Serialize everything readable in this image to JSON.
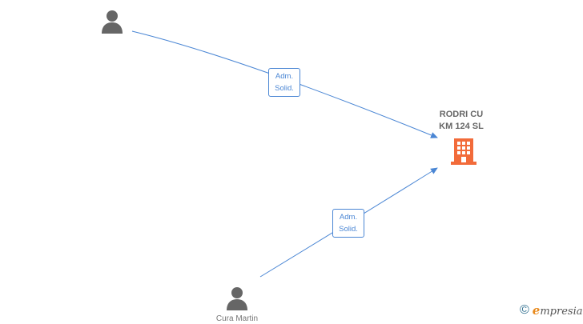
{
  "company": {
    "name_line1": "RODRI CU",
    "name_line2": "KM 124  SL",
    "icon": "building-icon",
    "color": "#f26b3a"
  },
  "people": [
    {
      "name": "",
      "icon": "person-icon"
    },
    {
      "name": "Cura Martin",
      "icon": "person-icon"
    }
  ],
  "relations": [
    {
      "label_line1": "Adm.",
      "label_line2": "Solid."
    },
    {
      "label_line1": "Adm.",
      "label_line2": "Solid."
    }
  ],
  "colors": {
    "edge": "#4a86d4",
    "person": "#666666"
  },
  "brand": {
    "copyright": "©",
    "initial": "e",
    "rest": "mpresia"
  }
}
